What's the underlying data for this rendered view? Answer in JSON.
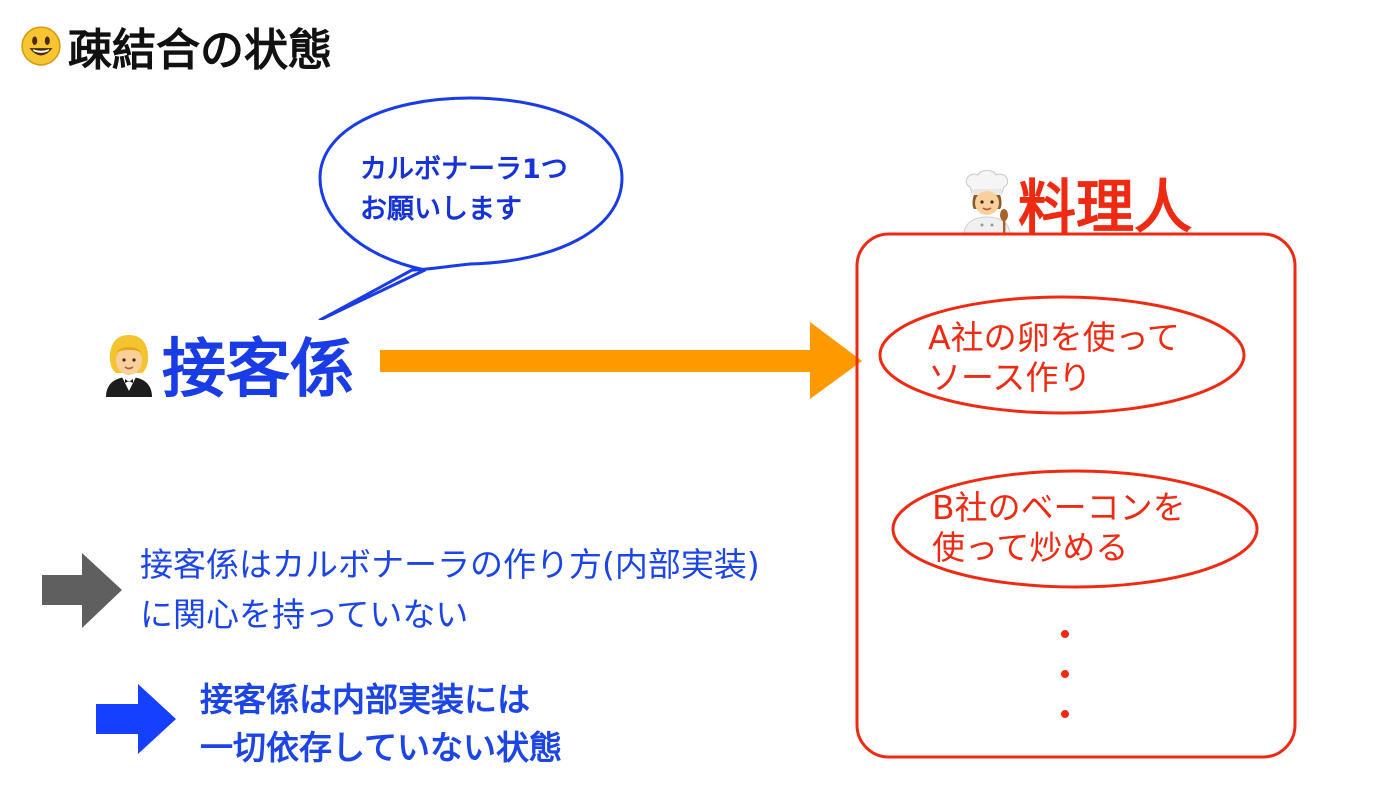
{
  "title": {
    "icon": "smiley-face-icon",
    "text": "疎結合の状態"
  },
  "speech_bubble": {
    "line1": "カルボナーラ1つ",
    "line2": "お願いします"
  },
  "waiter": {
    "icon": "waiter-person-icon",
    "label": "接客係"
  },
  "chef": {
    "icon": "chef-person-icon",
    "label": "料理人"
  },
  "chef_steps": [
    {
      "line1": "A社の卵を使って",
      "line2": "ソース作り"
    },
    {
      "line1": "B社のベーコンを",
      "line2": "使って炒める"
    }
  ],
  "note": {
    "line1": "接客係はカルボナーラの作り方(内部実装)",
    "line2": "に関心を持っていない"
  },
  "conclusion": {
    "line1": "接客係は内部実装には",
    "line2": "一切依存していない状態"
  },
  "colors": {
    "blue": "#1a3ce6",
    "red": "#ef2a12",
    "orange": "#ff9900",
    "gray": "#5f5f5f",
    "conclusion_arrow": "#1640ff"
  }
}
